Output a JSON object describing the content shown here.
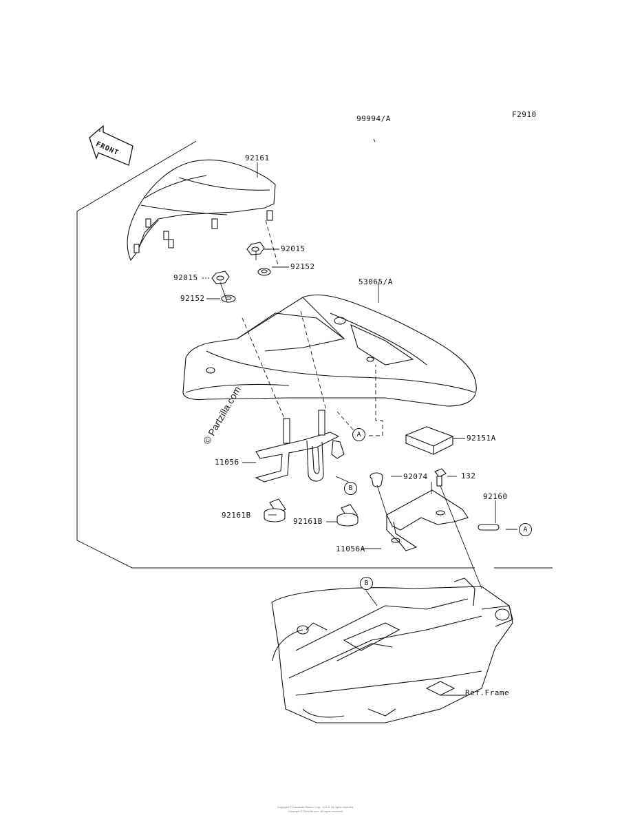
{
  "header": {
    "catalog_ref": "99994/A",
    "figure_code": "F2910"
  },
  "front_arrow": {
    "label": "FRONT"
  },
  "watermark": "© Partzilla.com",
  "callouts": {
    "a": "A",
    "b": "B"
  },
  "parts": {
    "p92161": "92161",
    "p92015_right": "92015",
    "p92152_right": "92152",
    "p92015_left": "92015",
    "p92152_left": "92152",
    "p53065": "53065/A",
    "p92151a": "92151A",
    "p11056": "11056",
    "p92074": "92074",
    "p132": "132",
    "p92160": "92160",
    "p92161b_left": "92161B",
    "p92161b_right": "92161B",
    "p11056a": "11056A",
    "ref_frame": "Ref.Frame"
  },
  "footer": {
    "line1": "Copyright © Kawasaki Motors Corp., U.S.A. All rights reserved.",
    "line2": "Copyright © Partzilla.com. All rights reserved."
  }
}
